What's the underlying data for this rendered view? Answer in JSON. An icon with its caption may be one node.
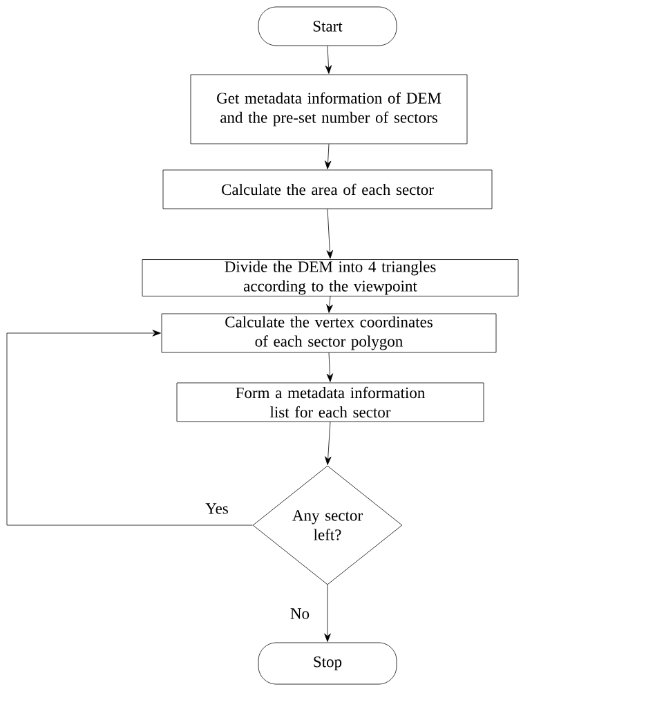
{
  "diagram": {
    "nodes": [
      {
        "text": [
          "Start"
        ]
      },
      {
        "text": [
          "Get metadata information of DEM and the pre-set number of sectors"
        ]
      },
      {
        "text": [
          "Calculate the area of each sector"
        ]
      },
      {
        "text": [
          "Divide the DEM into 4 triangles according to the viewpoint"
        ]
      },
      {
        "text": [
          "Calculate the vertex coordinates of each sector polygon"
        ]
      },
      {
        "text": [
          "Form a metadata information list for each sector"
        ]
      },
      {
        "text": [
          "Any sector left?"
        ]
      },
      {
        "text": [
          "Stop"
        ]
      }
    ],
    "edges": [
      {
        "from": 0,
        "to": 1,
        "arrow": "to"
      },
      {
        "from": 1,
        "to": 2,
        "arrow": "to"
      },
      {
        "from": 2,
        "to": 3,
        "arrow": "to"
      },
      {
        "from": 3,
        "to": 4,
        "arrow": "to"
      },
      {
        "from": 4,
        "to": 5,
        "arrow": "to"
      },
      {
        "from": 5,
        "to": 6,
        "arrow": "to"
      },
      {
        "from": 6,
        "to": 4,
        "arrow": "to",
        "label": "Yes"
      },
      {
        "from": 6,
        "to": 7,
        "arrow": "to",
        "label": "No"
      }
    ]
  }
}
